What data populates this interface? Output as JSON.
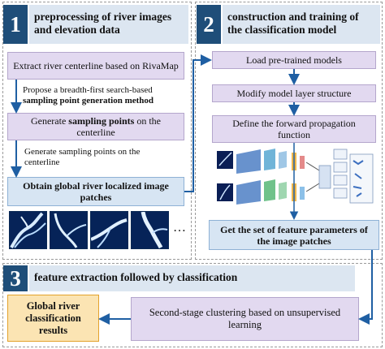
{
  "step1": {
    "number": "1",
    "title": "preprocessing of river images and elevation data",
    "box_extract": "Extract river centerline based on RivaMap",
    "note_propose_prefix": "Propose a breadth-first search-based ",
    "note_propose_bold": "sampling point generation method",
    "box_generate_prefix": "Generate ",
    "box_generate_bold": "sampling points",
    "box_generate_suffix": " on the centerline",
    "note_generate": "Generate sampling points on the centerline",
    "box_obtain": "Obtain global river localized image patches",
    "ellipsis": "…"
  },
  "step2": {
    "number": "2",
    "title": "construction and training of the classification model",
    "box_load": "Load pre-trained models",
    "box_modify": "Modify model layer structure",
    "box_define": "Define the forward propagation function",
    "box_feature_set": "Get the set of feature parameters of the image patches"
  },
  "step3": {
    "number": "3",
    "title": "feature extraction followed by classification",
    "box_results": "Global river classification results",
    "box_clustering": "Second-stage clustering based on unsupervised learning"
  },
  "colors": {
    "header_bg": "#dce6f1",
    "number_bg": "#1f4e79",
    "process_box": "#e2d9f0",
    "key_box": "#d7e5f3",
    "result_box": "#fbe4b3",
    "arrow": "#1f5fa3"
  },
  "icons": [
    "network-architecture-illustration",
    "river-patch-thumbnail"
  ]
}
